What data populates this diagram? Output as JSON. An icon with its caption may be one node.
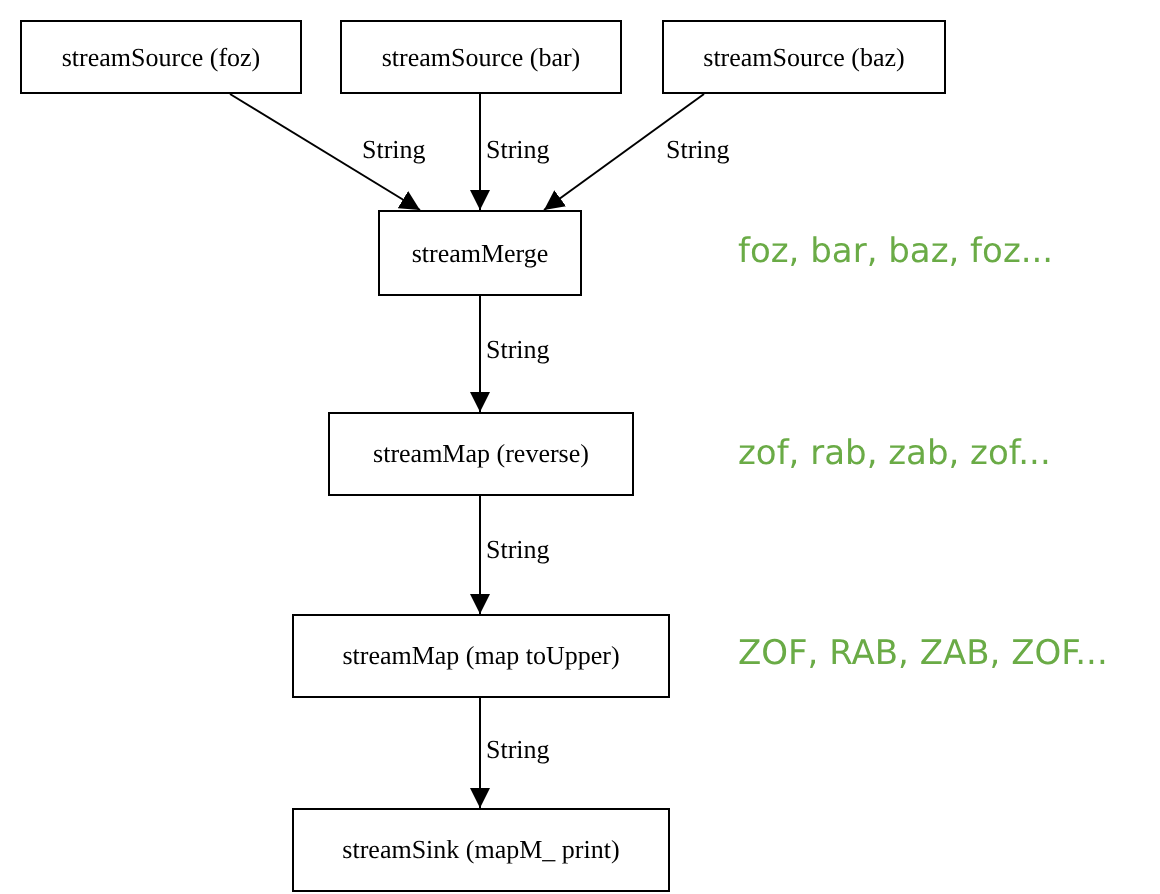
{
  "diagram": {
    "nodes": [
      {
        "text": [
          "streamSource (foz)"
        ]
      },
      {
        "text": [
          "streamSource (bar)"
        ]
      },
      {
        "text": [
          "streamSource (baz)"
        ]
      },
      {
        "text": [
          "streamMerge"
        ]
      },
      {
        "text": [
          "streamMap (reverse)"
        ]
      },
      {
        "text": [
          "streamMap (map toUpper)"
        ]
      },
      {
        "text": [
          "streamSink (mapM_ print)"
        ]
      }
    ],
    "edges": [
      {
        "from": 0,
        "to": 3,
        "arrow": "to",
        "label": "String"
      },
      {
        "from": 1,
        "to": 3,
        "arrow": "to",
        "label": "String"
      },
      {
        "from": 2,
        "to": 3,
        "arrow": "to",
        "label": "String"
      },
      {
        "from": 3,
        "to": 4,
        "arrow": "to",
        "label": "String"
      },
      {
        "from": 4,
        "to": 5,
        "arrow": "to",
        "label": "String"
      },
      {
        "from": 5,
        "to": 6,
        "arrow": "to",
        "label": "String"
      }
    ],
    "labels": [
      "foz, bar, baz, foz...",
      "zof, rab, zab, zof...",
      "ZOF, RAB, ZAB, ZOF..."
    ]
  }
}
